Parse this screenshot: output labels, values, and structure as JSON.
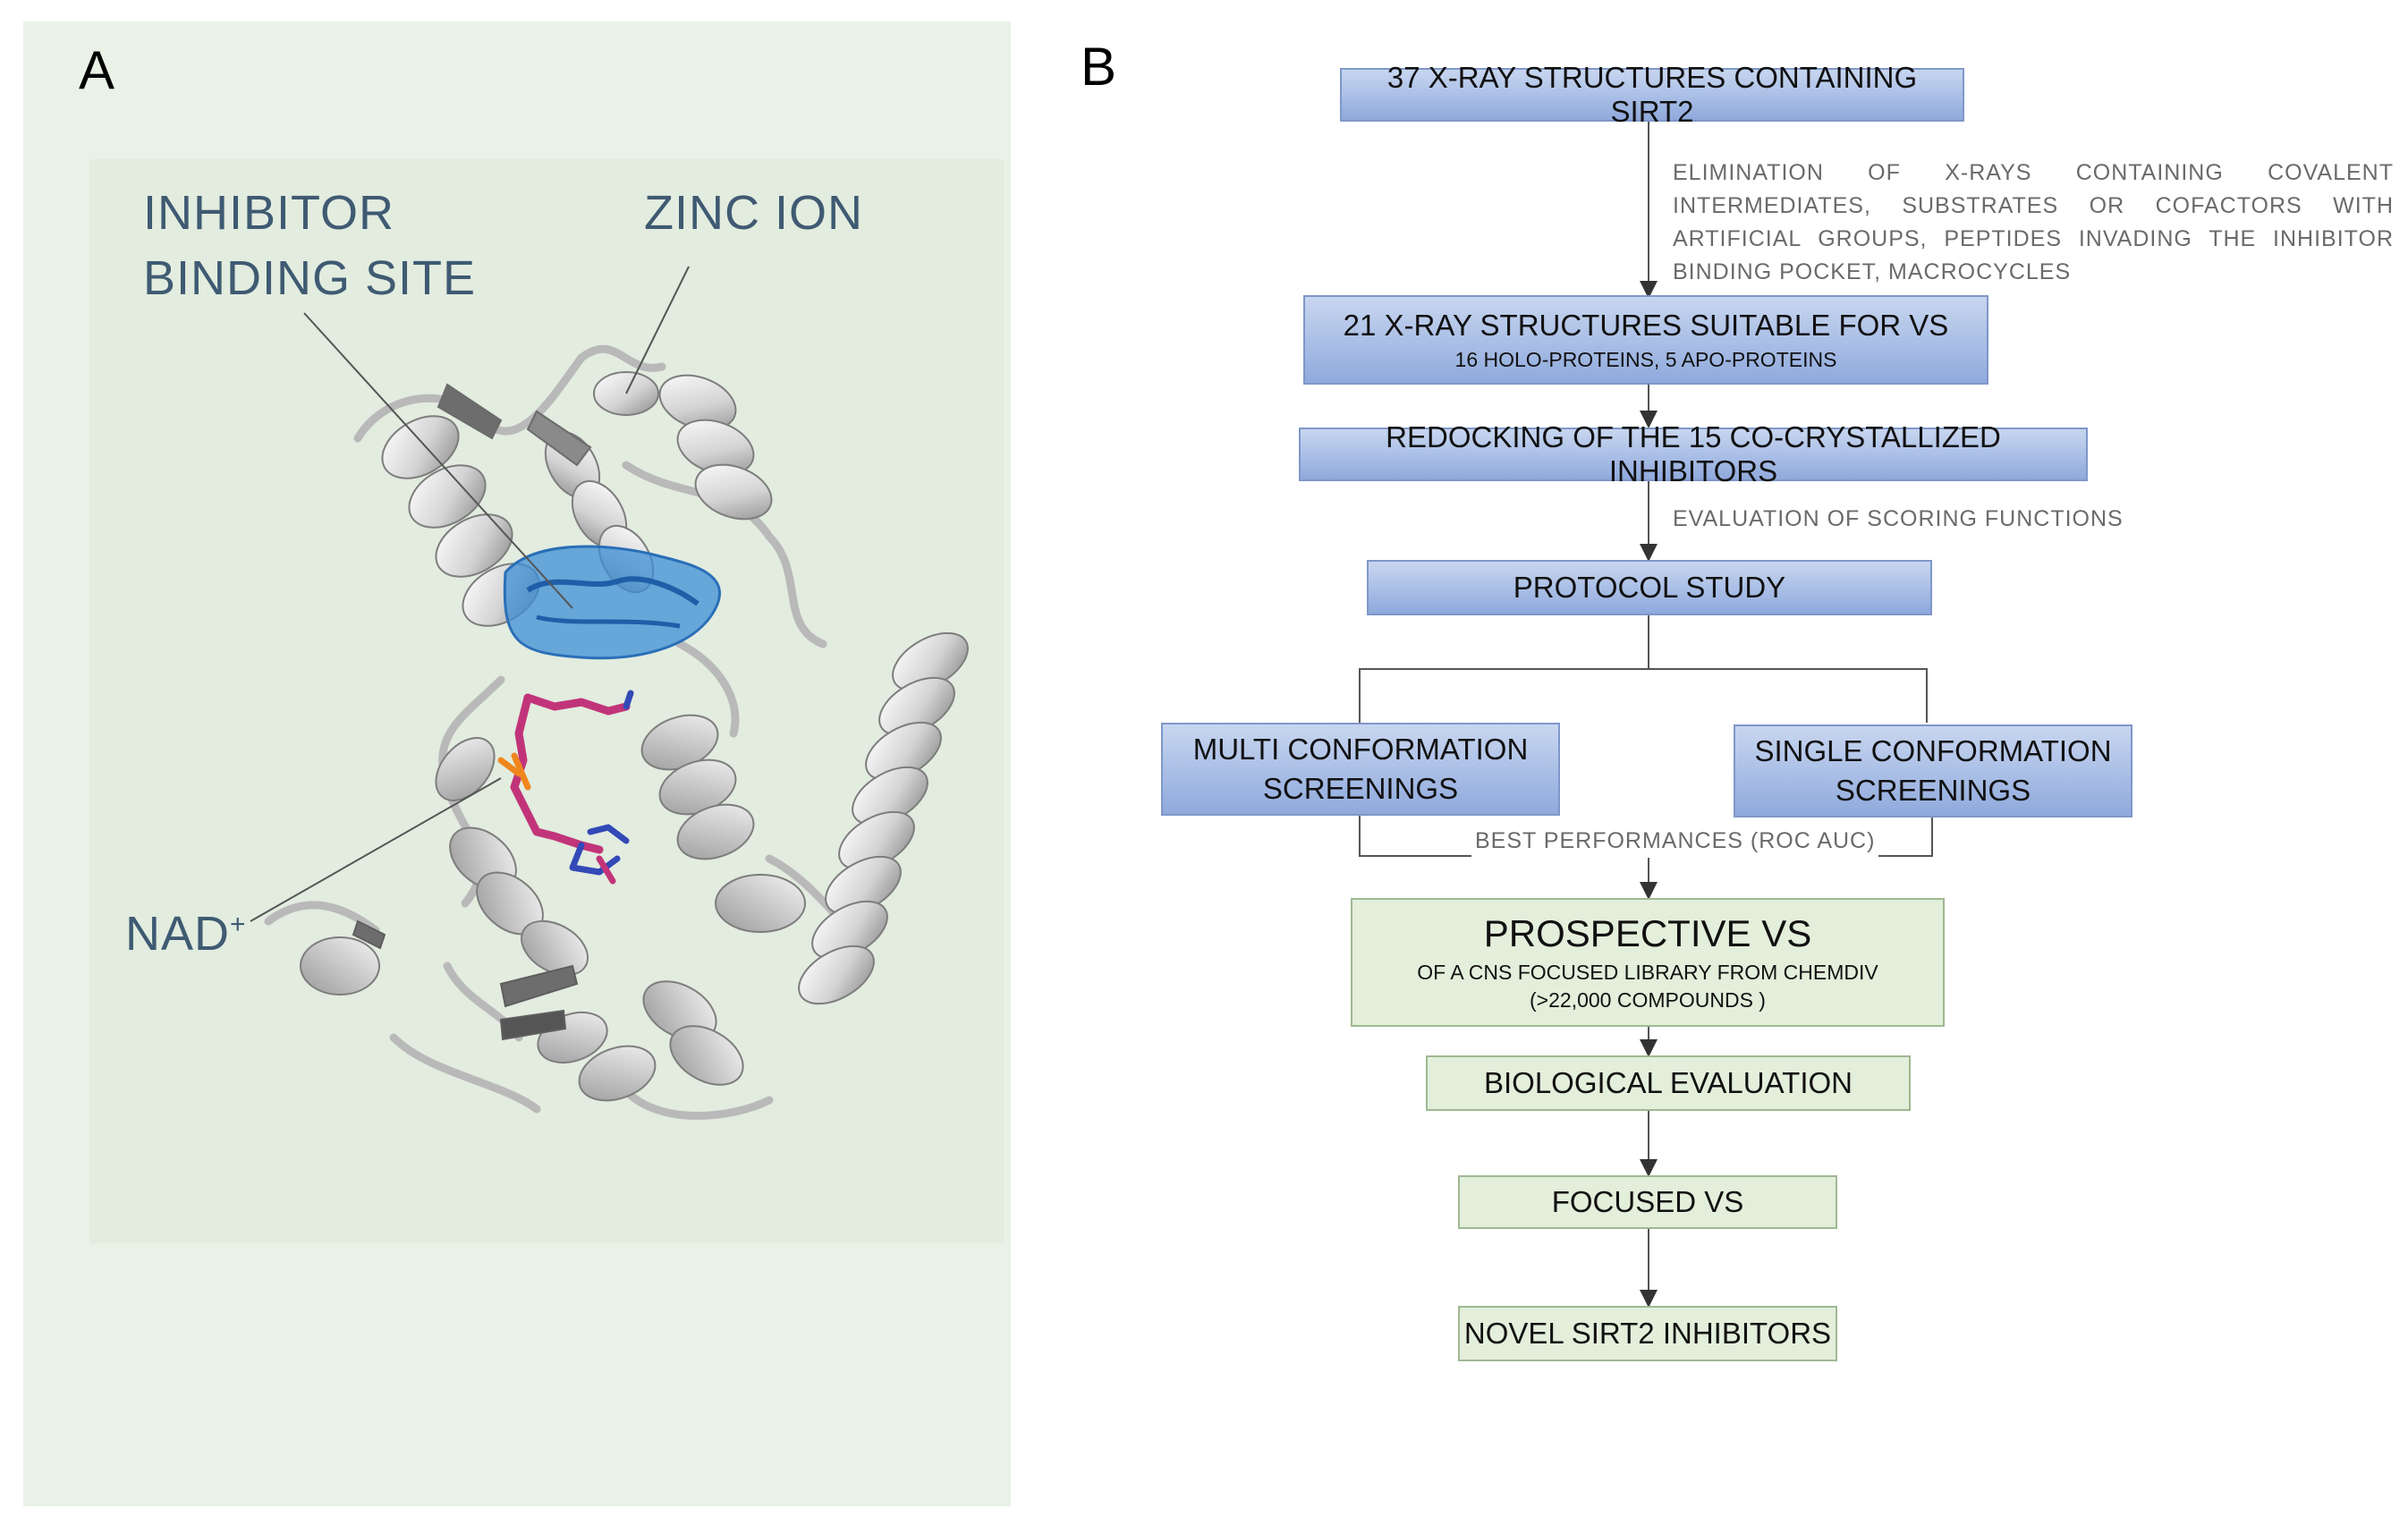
{
  "panel_a": {
    "letter": "A",
    "label_inhibitor_line1": "INHIBITOR",
    "label_inhibitor_line2": "BINDING SITE",
    "label_zinc": "ZINC ION",
    "label_nad": "NAD",
    "label_nad_sup": "+"
  },
  "panel_b": {
    "letter": "B",
    "box1": "37 X-RAY STRUCTURES CONTAINING SIRT2",
    "note1": "ELIMINATION OF X-RAYS CONTAINING COVALENT INTERMEDIATES, SUBSTRATES OR COFACTORS WITH ARTIFICIAL GROUPS, PEPTIDES INVADING THE INHIBITOR BINDING POCKET, MACROCYCLES",
    "box2_main": "21 X-RAY STRUCTURES SUITABLE FOR VS",
    "box2_sub": "16 HOLO-PROTEINS, 5 APO-PROTEINS",
    "box3": "REDOCKING OF THE 15 CO-CRYSTALLIZED INHIBITORS",
    "note2": "EVALUATION OF SCORING FUNCTIONS",
    "box4": "PROTOCOL STUDY",
    "box5_line1": "MULTI CONFORMATION",
    "box5_line2": "SCREENINGS",
    "box6_line1": "SINGLE CONFORMATION",
    "box6_line2": "SCREENINGS",
    "note3": "BEST PERFORMANCES (ROC AUC)",
    "box7_main": "PROSPECTIVE VS",
    "box7_sub1": "OF A CNS FOCUSED LIBRARY FROM CHEMDIV",
    "box7_sub2": "(>22,000 COMPOUNDS )",
    "box8": "BIOLOGICAL EVALUATION",
    "box9": "FOCUSED VS",
    "box10": "NOVEL SIRT2 INHIBITORS"
  },
  "colors": {
    "panel_a_background": "#eaf2e7",
    "blue_box": "#a9bee6",
    "green_box": "#e3eedb",
    "label_text": "#3f5a72",
    "binding_site": "#3d8fd6",
    "nad_ligand": "#c2347a",
    "phosphate": "#f0871e"
  }
}
